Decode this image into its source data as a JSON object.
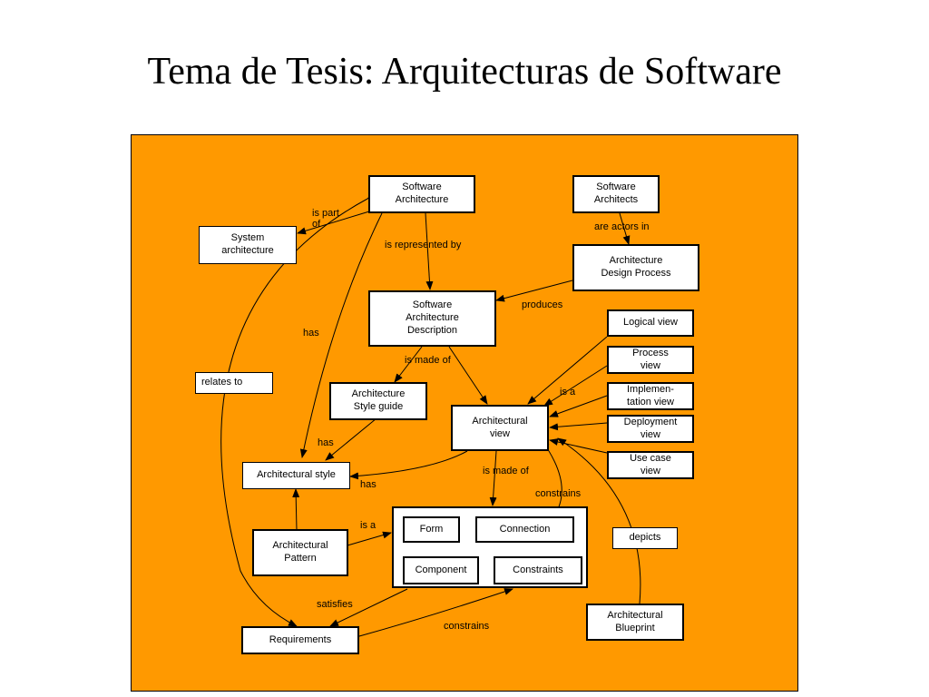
{
  "title": "Tema de Tesis: Arquitecturas de Software",
  "colors": {
    "panel": "#FF9900",
    "box": "#FFFFFF",
    "line": "#000000"
  },
  "nodes": {
    "software_architecture": "Software\nArchitecture",
    "software_architects": "Software\nArchitects",
    "system_architecture": "System\narchitecture",
    "architecture_design_process": "Architecture\nDesign Process",
    "software_architecture_description": "Software\nArchitecture\nDescription",
    "logical_view": "Logical view",
    "process_view": "Process\nview",
    "implementation_view": "Implemen-\ntation view",
    "deployment_view": "Deployment\nview",
    "use_case_view": "Use case\nview",
    "architecture_style_guide": "Architecture\nStyle guide",
    "architectural_view": "Architectural\nview",
    "relates_to": "relates to",
    "architectural_style": "Architectural style",
    "form": "Form",
    "connection": "Connection",
    "component": "Component",
    "constraints": "Constraints",
    "architectural_pattern": "Architectural\nPattern",
    "depicts": "depicts",
    "requirements": "Requirements",
    "architectural_blueprint": "Architectural\nBlueprint"
  },
  "edges": {
    "is_part_of": "is part\nof",
    "are_actors_in": "are actors in",
    "is_represented_by": "is represented by",
    "produces": "produces",
    "has_top": "has",
    "is_made_of_top": "is made of",
    "is_a_views": "is a",
    "has_style_guide": "has",
    "is_made_of_bottom": "is made of",
    "has_style": "has",
    "constrains_top": "constrains",
    "is_a_pattern": "is a",
    "satisfies": "satisfies",
    "constrains_bottom": "constrains"
  }
}
